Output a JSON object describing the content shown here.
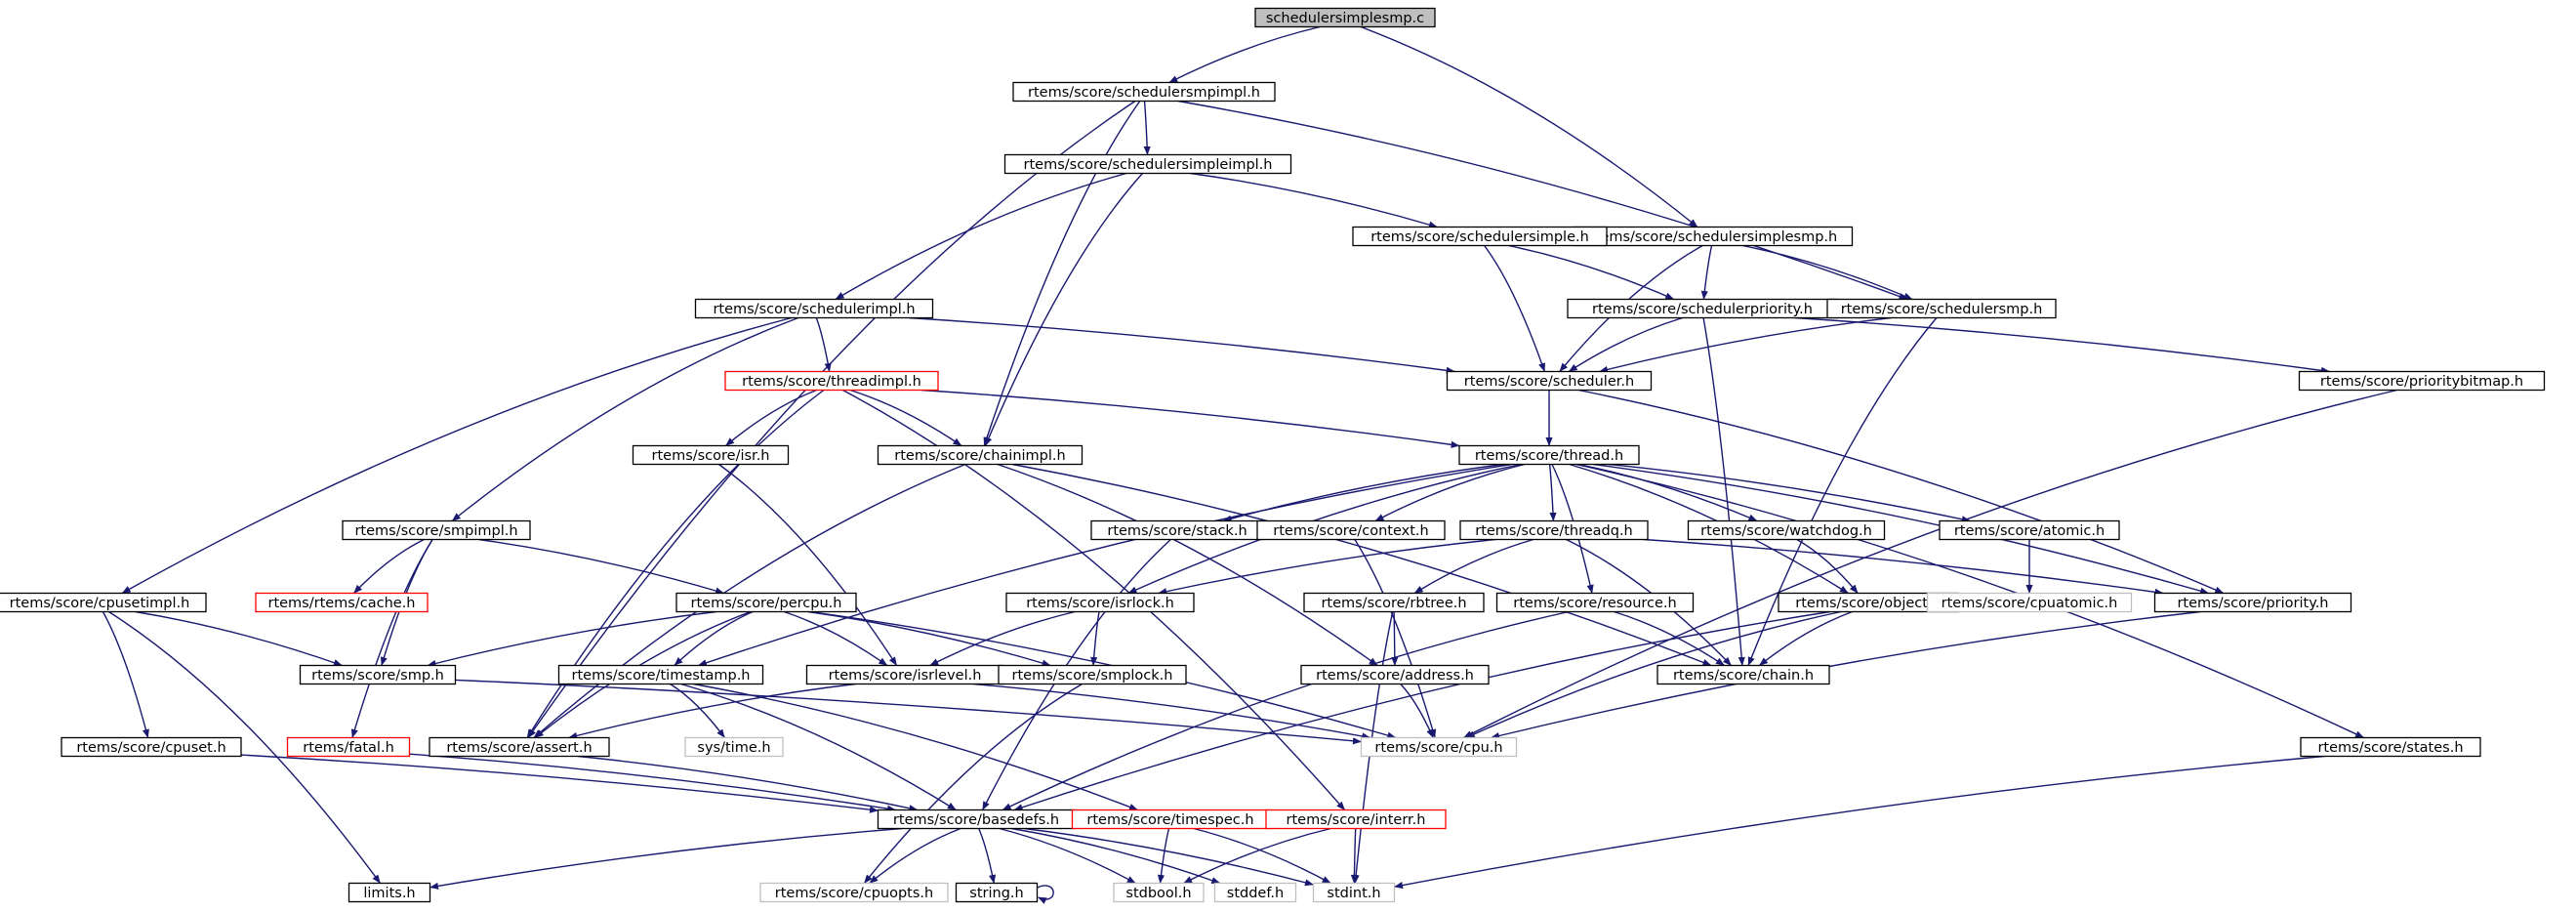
{
  "colors": {
    "edge": "#191970",
    "node_border": "#000000",
    "node_fill": "#ffffff",
    "root_fill": "#bfbfbf",
    "missing_border": "#bfbfbf",
    "missing_text": "#7f7f7f",
    "incomplete_border": "#ff0000"
  },
  "nodes": [
    {
      "id": "root",
      "label": "schedulersimplesmp.c",
      "style": "root"
    },
    {
      "id": "schedulersmpimpl",
      "label": "rtems/score/schedulersmpimpl.h",
      "style": "normal"
    },
    {
      "id": "schedulersimpleimpl",
      "label": "rtems/score/schedulersimpleimpl.h",
      "style": "normal"
    },
    {
      "id": "schedulersimplesmp",
      "label": "rtems/score/schedulersimplesmp.h",
      "style": "normal"
    },
    {
      "id": "schedulersimple",
      "label": "rtems/score/schedulersimple.h",
      "style": "normal"
    },
    {
      "id": "schedulerimpl",
      "label": "rtems/score/schedulerimpl.h",
      "style": "normal"
    },
    {
      "id": "schedulerpriority",
      "label": "rtems/score/schedulerpriority.h",
      "style": "normal"
    },
    {
      "id": "schedulersmp",
      "label": "rtems/score/schedulersmp.h",
      "style": "normal"
    },
    {
      "id": "threadimpl",
      "label": "rtems/score/threadimpl.h",
      "style": "incomplete"
    },
    {
      "id": "scheduler",
      "label": "rtems/score/scheduler.h",
      "style": "normal"
    },
    {
      "id": "prioritybitmap",
      "label": "rtems/score/prioritybitmap.h",
      "style": "normal"
    },
    {
      "id": "isr",
      "label": "rtems/score/isr.h",
      "style": "normal"
    },
    {
      "id": "chainimpl",
      "label": "rtems/score/chainimpl.h",
      "style": "normal"
    },
    {
      "id": "thread",
      "label": "rtems/score/thread.h",
      "style": "normal"
    },
    {
      "id": "smpimpl",
      "label": "rtems/score/smpimpl.h",
      "style": "normal"
    },
    {
      "id": "stack",
      "label": "rtems/score/stack.h",
      "style": "normal"
    },
    {
      "id": "context",
      "label": "rtems/score/context.h",
      "style": "normal"
    },
    {
      "id": "threadq",
      "label": "rtems/score/threadq.h",
      "style": "normal"
    },
    {
      "id": "watchdog",
      "label": "rtems/score/watchdog.h",
      "style": "normal"
    },
    {
      "id": "atomic",
      "label": "rtems/score/atomic.h",
      "style": "normal"
    },
    {
      "id": "cache",
      "label": "rtems/rtems/cache.h",
      "style": "incomplete"
    },
    {
      "id": "cpusetimpl",
      "label": "rtems/score/cpusetimpl.h",
      "style": "normal"
    },
    {
      "id": "percpu",
      "label": "rtems/score/percpu.h",
      "style": "normal"
    },
    {
      "id": "isrlock",
      "label": "rtems/score/isrlock.h",
      "style": "normal"
    },
    {
      "id": "rbtree",
      "label": "rtems/score/rbtree.h",
      "style": "normal"
    },
    {
      "id": "resource",
      "label": "rtems/score/resource.h",
      "style": "normal"
    },
    {
      "id": "object",
      "label": "rtems/score/object.h",
      "style": "normal"
    },
    {
      "id": "cpuatomic",
      "label": "rtems/score/cpuatomic.h",
      "style": "missing"
    },
    {
      "id": "priority",
      "label": "rtems/score/priority.h",
      "style": "normal"
    },
    {
      "id": "smp",
      "label": "rtems/score/smp.h",
      "style": "normal"
    },
    {
      "id": "timestamp",
      "label": "rtems/score/timestamp.h",
      "style": "normal"
    },
    {
      "id": "isrlevel",
      "label": "rtems/score/isrlevel.h",
      "style": "normal"
    },
    {
      "id": "smplock",
      "label": "rtems/score/smplock.h",
      "style": "normal"
    },
    {
      "id": "address",
      "label": "rtems/score/address.h",
      "style": "normal"
    },
    {
      "id": "chain",
      "label": "rtems/score/chain.h",
      "style": "normal"
    },
    {
      "id": "cpuset",
      "label": "rtems/score/cpuset.h",
      "style": "normal"
    },
    {
      "id": "fatal",
      "label": "rtems/fatal.h",
      "style": "incomplete"
    },
    {
      "id": "assert",
      "label": "rtems/score/assert.h",
      "style": "normal"
    },
    {
      "id": "systime",
      "label": "sys/time.h",
      "style": "missing"
    },
    {
      "id": "cpu",
      "label": "rtems/score/cpu.h",
      "style": "missing"
    },
    {
      "id": "states",
      "label": "rtems/score/states.h",
      "style": "normal"
    },
    {
      "id": "basedefs",
      "label": "rtems/score/basedefs.h",
      "style": "normal"
    },
    {
      "id": "timespec",
      "label": "rtems/score/timespec.h",
      "style": "incomplete"
    },
    {
      "id": "interr",
      "label": "rtems/score/interr.h",
      "style": "incomplete"
    },
    {
      "id": "limits",
      "label": "limits.h",
      "style": "normal"
    },
    {
      "id": "cpuopts",
      "label": "rtems/score/cpuopts.h",
      "style": "missing"
    },
    {
      "id": "string",
      "label": "string.h",
      "style": "normal"
    },
    {
      "id": "stdbool",
      "label": "stdbool.h",
      "style": "missing"
    },
    {
      "id": "stddef",
      "label": "stddef.h",
      "style": "missing"
    },
    {
      "id": "stdint",
      "label": "stdint.h",
      "style": "missing"
    }
  ],
  "edges": [
    [
      "root",
      "schedulersmpimpl"
    ],
    [
      "root",
      "schedulersimplesmp"
    ],
    [
      "schedulersmpimpl",
      "schedulersimpleimpl"
    ],
    [
      "schedulersmpimpl",
      "chainimpl"
    ],
    [
      "schedulersmpimpl",
      "assert"
    ],
    [
      "schedulersmpimpl",
      "schedulersmp"
    ],
    [
      "schedulersimpleimpl",
      "schedulersimple"
    ],
    [
      "schedulersimpleimpl",
      "schedulerimpl"
    ],
    [
      "schedulersimpleimpl",
      "chainimpl"
    ],
    [
      "schedulersimplesmp",
      "schedulerpriority"
    ],
    [
      "schedulersimplesmp",
      "schedulersmp"
    ],
    [
      "schedulersimplesmp",
      "scheduler"
    ],
    [
      "schedulersimple",
      "schedulerpriority"
    ],
    [
      "schedulersimple",
      "scheduler"
    ],
    [
      "schedulerimpl",
      "threadimpl"
    ],
    [
      "schedulerimpl",
      "scheduler"
    ],
    [
      "schedulerimpl",
      "smpimpl"
    ],
    [
      "schedulerimpl",
      "cpusetimpl"
    ],
    [
      "schedulerpriority",
      "scheduler"
    ],
    [
      "schedulerpriority",
      "prioritybitmap"
    ],
    [
      "schedulerpriority",
      "chain"
    ],
    [
      "schedulersmp",
      "scheduler"
    ],
    [
      "schedulersmp",
      "chain"
    ],
    [
      "threadimpl",
      "isr"
    ],
    [
      "threadimpl",
      "chainimpl"
    ],
    [
      "threadimpl",
      "thread"
    ],
    [
      "threadimpl",
      "assert"
    ],
    [
      "threadimpl",
      "interr"
    ],
    [
      "scheduler",
      "thread"
    ],
    [
      "scheduler",
      "priority"
    ],
    [
      "prioritybitmap",
      "cpu"
    ],
    [
      "isr",
      "isrlevel"
    ],
    [
      "chainimpl",
      "chain"
    ],
    [
      "chainimpl",
      "assert"
    ],
    [
      "chainimpl",
      "address"
    ],
    [
      "thread",
      "stack"
    ],
    [
      "thread",
      "context"
    ],
    [
      "thread",
      "threadq"
    ],
    [
      "thread",
      "watchdog"
    ],
    [
      "thread",
      "atomic"
    ],
    [
      "thread",
      "priority"
    ],
    [
      "thread",
      "states"
    ],
    [
      "thread",
      "isrlock"
    ],
    [
      "thread",
      "resource"
    ],
    [
      "thread",
      "object"
    ],
    [
      "thread",
      "timestamp"
    ],
    [
      "smpimpl",
      "cache"
    ],
    [
      "smpimpl",
      "percpu"
    ],
    [
      "smpimpl",
      "smp"
    ],
    [
      "smpimpl",
      "fatal"
    ],
    [
      "stack",
      "basedefs"
    ],
    [
      "context",
      "cpu"
    ],
    [
      "threadq",
      "isrlock"
    ],
    [
      "threadq",
      "rbtree"
    ],
    [
      "threadq",
      "chain"
    ],
    [
      "threadq",
      "priority"
    ],
    [
      "watchdog",
      "object"
    ],
    [
      "atomic",
      "cpuatomic"
    ],
    [
      "cpusetimpl",
      "cpuset"
    ],
    [
      "cpusetimpl",
      "limits"
    ],
    [
      "cpusetimpl",
      "smp"
    ],
    [
      "percpu",
      "smp"
    ],
    [
      "percpu",
      "assert"
    ],
    [
      "percpu",
      "isrlevel"
    ],
    [
      "percpu",
      "smplock"
    ],
    [
      "percpu",
      "timestamp"
    ],
    [
      "percpu",
      "cpu"
    ],
    [
      "isrlock",
      "isrlevel"
    ],
    [
      "isrlock",
      "smplock"
    ],
    [
      "rbtree",
      "address"
    ],
    [
      "rbtree",
      "stdint"
    ],
    [
      "resource",
      "chain"
    ],
    [
      "resource",
      "basedefs"
    ],
    [
      "object",
      "chain"
    ],
    [
      "object",
      "cpu"
    ],
    [
      "object",
      "basedefs"
    ],
    [
      "priority",
      "cpu"
    ],
    [
      "smp",
      "cpu"
    ],
    [
      "timestamp",
      "systime"
    ],
    [
      "timestamp",
      "timespec"
    ],
    [
      "timestamp",
      "basedefs"
    ],
    [
      "isrlevel",
      "cpu"
    ],
    [
      "isrlevel",
      "assert"
    ],
    [
      "smplock",
      "cpuopts"
    ],
    [
      "address",
      "cpu"
    ],
    [
      "cpuset",
      "basedefs"
    ],
    [
      "fatal",
      "basedefs"
    ],
    [
      "assert",
      "basedefs"
    ],
    [
      "states",
      "stdint"
    ],
    [
      "basedefs",
      "limits"
    ],
    [
      "basedefs",
      "cpuopts"
    ],
    [
      "basedefs",
      "string"
    ],
    [
      "basedefs",
      "stdbool"
    ],
    [
      "basedefs",
      "stddef"
    ],
    [
      "basedefs",
      "stdint"
    ],
    [
      "timespec",
      "stdbool"
    ],
    [
      "timespec",
      "stdint"
    ],
    [
      "interr",
      "stdbool"
    ],
    [
      "interr",
      "stdint"
    ],
    [
      "string",
      "string"
    ]
  ]
}
